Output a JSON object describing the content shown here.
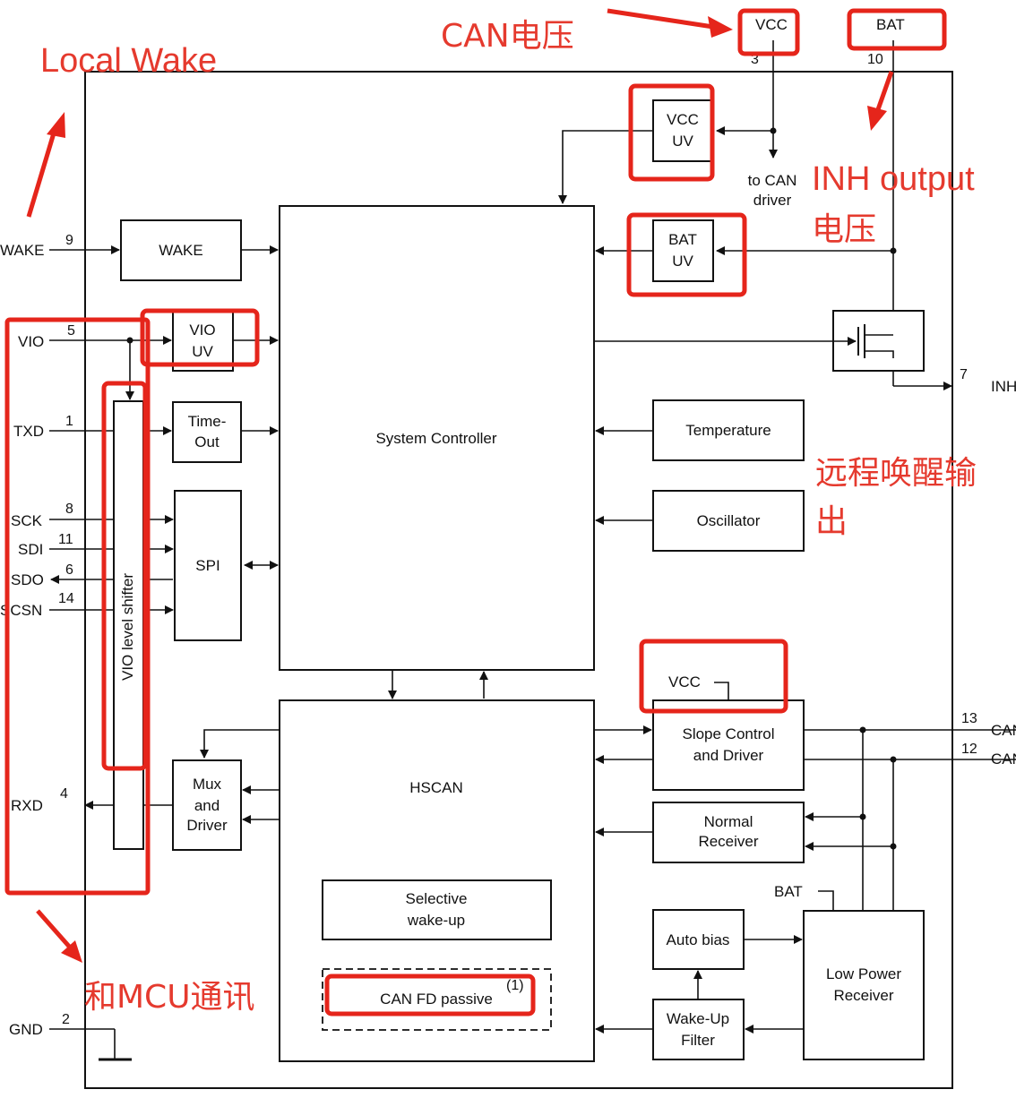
{
  "annotations": {
    "local_wake": "Local Wake",
    "can_voltage": "CAN电压",
    "inh_output": "INH output",
    "inh_voltage": "电压",
    "remote_wake_1": "远程唤醒输",
    "remote_wake_2": "出",
    "mcu_comm": "和MCU通讯"
  },
  "pins": {
    "wake": {
      "name": "WAKE",
      "num": "9"
    },
    "vio": {
      "name": "VIO",
      "num": "5"
    },
    "txd": {
      "name": "TXD",
      "num": "1"
    },
    "sck": {
      "name": "SCK",
      "num": "8"
    },
    "sdi": {
      "name": "SDI",
      "num": "11"
    },
    "sdo": {
      "name": "SDO",
      "num": "6"
    },
    "scsn": {
      "name": "SCSN",
      "num": "14"
    },
    "rxd": {
      "name": "RXD",
      "num": "4"
    },
    "gnd": {
      "name": "GND",
      "num": "2"
    },
    "vcc": {
      "name": "VCC",
      "num": "3"
    },
    "bat": {
      "name": "BAT",
      "num": "10"
    },
    "inh": {
      "name": "INH",
      "num": "7"
    },
    "canh": {
      "name": "CANH",
      "num": "13"
    },
    "canl": {
      "name": "CANL",
      "num": "12"
    }
  },
  "blocks": {
    "wake": "WAKE",
    "vio_uv": [
      "VIO",
      "UV"
    ],
    "time_out": [
      "Time-",
      "Out"
    ],
    "spi": "SPI",
    "level_shifter": "VIO level shifter",
    "system_controller": "System Controller",
    "vcc_uv": [
      "VCC",
      "UV"
    ],
    "bat_uv": [
      "BAT",
      "UV"
    ],
    "temperature": "Temperature",
    "oscillator": "Oscillator",
    "hscan": "HSCAN",
    "mux": [
      "Mux",
      "and",
      "Driver"
    ],
    "selective": [
      "Selective",
      "wake-up"
    ],
    "can_fd": "CAN FD passive",
    "can_fd_note": "(1)",
    "slope": [
      "Slope Control",
      "and Driver"
    ],
    "normal_rx": [
      "Normal",
      "Receiver"
    ],
    "auto_bias": "Auto bias",
    "wakeup_filter": [
      "Wake-Up",
      "Filter"
    ],
    "low_power_rx": [
      "Low Power",
      "Receiver"
    ],
    "to_can_driver": [
      "to CAN",
      "driver"
    ],
    "vcc_label": "VCC",
    "bat_label": "BAT"
  },
  "colors": {
    "annotation": "#e53a2e",
    "line": "#111111"
  }
}
